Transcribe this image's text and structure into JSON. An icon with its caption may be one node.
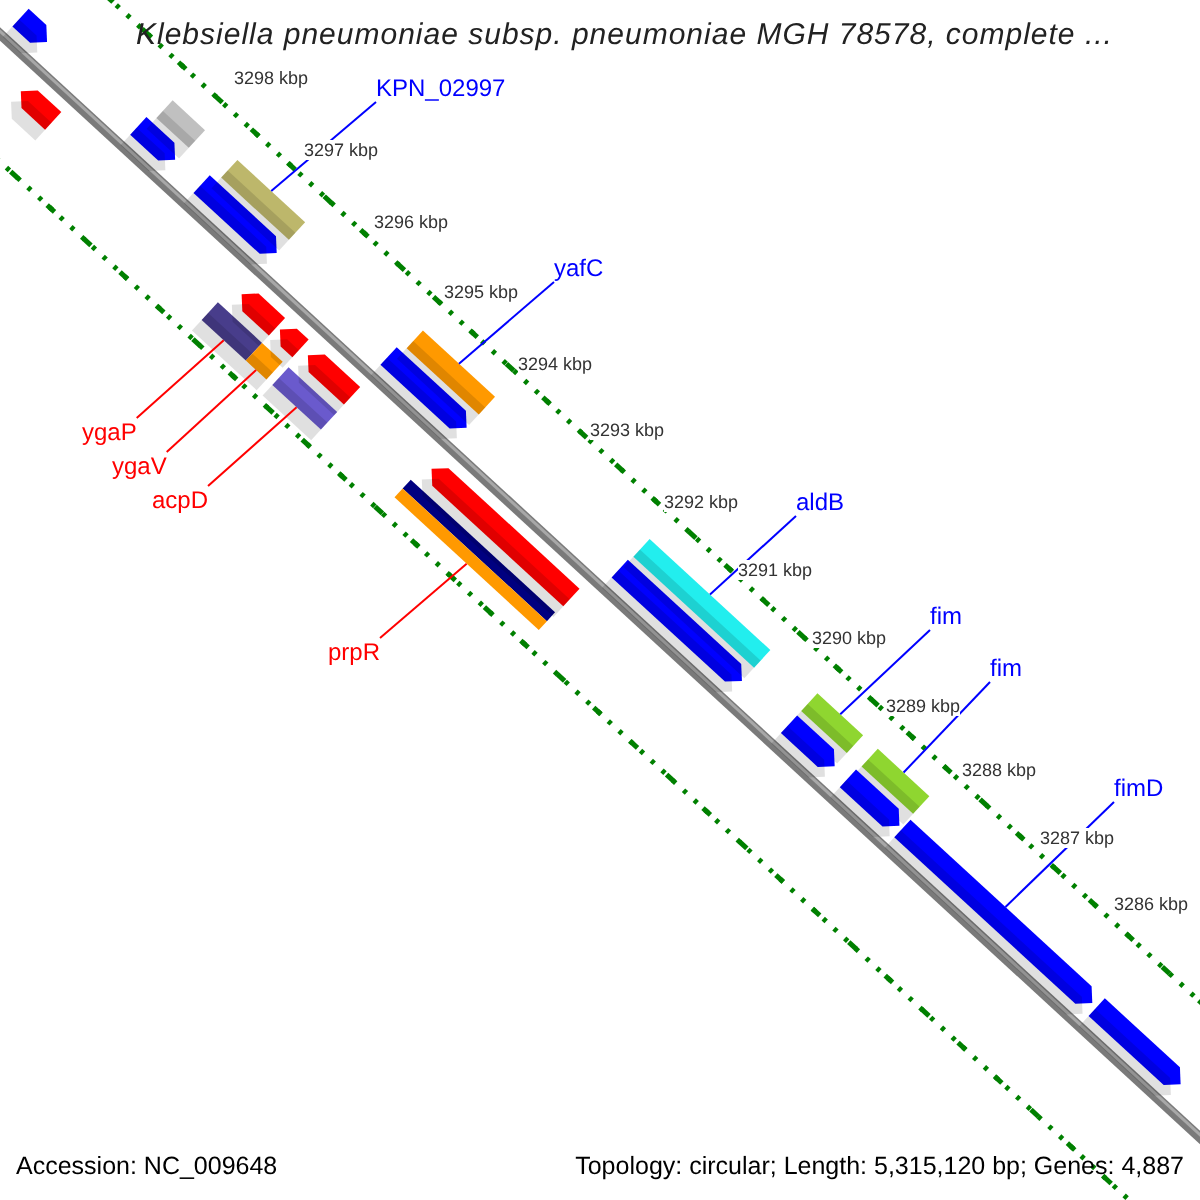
{
  "diagram": {
    "title": "Klebsiella pneumoniae subsp. pneumoniae MGH 78578, complete ...",
    "nodes": [
      {
        "text": [
          "KPN_02997"
        ]
      },
      {
        "text": [
          "yafC"
        ]
      },
      {
        "text": [
          "aldB"
        ]
      },
      {
        "text": [
          "fim"
        ]
      },
      {
        "text": [
          "fim"
        ]
      },
      {
        "text": [
          "fimD"
        ]
      },
      {
        "text": [
          "ygaP"
        ]
      },
      {
        "text": [
          "ygaV"
        ]
      },
      {
        "text": [
          "acpD"
        ]
      },
      {
        "text": [
          "prpR"
        ]
      },
      {
        "text": [],
        "shape": "bar"
      },
      {
        "text": [],
        "shape": "bar"
      },
      {
        "text": [],
        "shape": "bar"
      },
      {
        "text": [],
        "shape": "bar"
      },
      {
        "text": [],
        "shape": "bar"
      },
      {
        "text": [],
        "shape": "bar"
      },
      {
        "text": [],
        "shape": "bar"
      },
      {
        "text": [],
        "shape": "bar"
      },
      {
        "text": [],
        "shape": "bar"
      },
      {
        "text": [],
        "shape": "bar"
      },
      {
        "text": [],
        "shape": "bar"
      },
      {
        "text": [],
        "shape": "bar"
      },
      {
        "text": [],
        "shape": "bar"
      },
      {
        "text": [],
        "shape": "bar"
      },
      {
        "text": [],
        "shape": "bar"
      },
      {
        "text": [],
        "shape": "bar"
      },
      {
        "text": [],
        "shape": "bar"
      },
      {
        "text": [],
        "shape": "bar"
      },
      {
        "text": [],
        "shape": "bar"
      },
      {
        "text": [],
        "shape": "bar"
      },
      {
        "text": [],
        "shape": "bar"
      },
      {
        "text": [],
        "shape": "bar"
      },
      {
        "text": [],
        "shape": "bar"
      },
      {
        "text": [],
        "shape": "bar"
      },
      {
        "text": [],
        "shape": "bar"
      }
    ],
    "edges": [
      {
        "from": 0,
        "to": 15,
        "arrow": "none"
      },
      {
        "from": 1,
        "to": 23,
        "arrow": "none"
      },
      {
        "from": 2,
        "to": 28,
        "arrow": "none"
      },
      {
        "from": 3,
        "to": 29,
        "arrow": "none"
      },
      {
        "from": 4,
        "to": 31,
        "arrow": "none"
      },
      {
        "from": 5,
        "to": 33,
        "arrow": "none"
      },
      {
        "from": 6,
        "to": 16,
        "arrow": "none",
        "color": "#ff0000"
      },
      {
        "from": 7,
        "to": 18,
        "arrow": "none",
        "color": "#ff0000"
      },
      {
        "from": 8,
        "to": 20,
        "arrow": "none",
        "color": "#ff0000"
      },
      {
        "from": 9,
        "to": 25,
        "arrow": "none",
        "color": "#ff0000"
      }
    ],
    "labels": [
      "3298 kbp",
      "3297 kbp",
      "3296 kbp",
      "3295 kbp",
      "3294 kbp",
      "3293 kbp",
      "3292 kbp",
      "3291 kbp",
      "3290 kbp",
      "3289 kbp",
      "3288 kbp",
      "3287 kbp",
      "3286 kbp",
      "Accession: NC_009648",
      "Topology: circular; Length: 5,315,120 bp; Genes: 4,887"
    ]
  }
}
